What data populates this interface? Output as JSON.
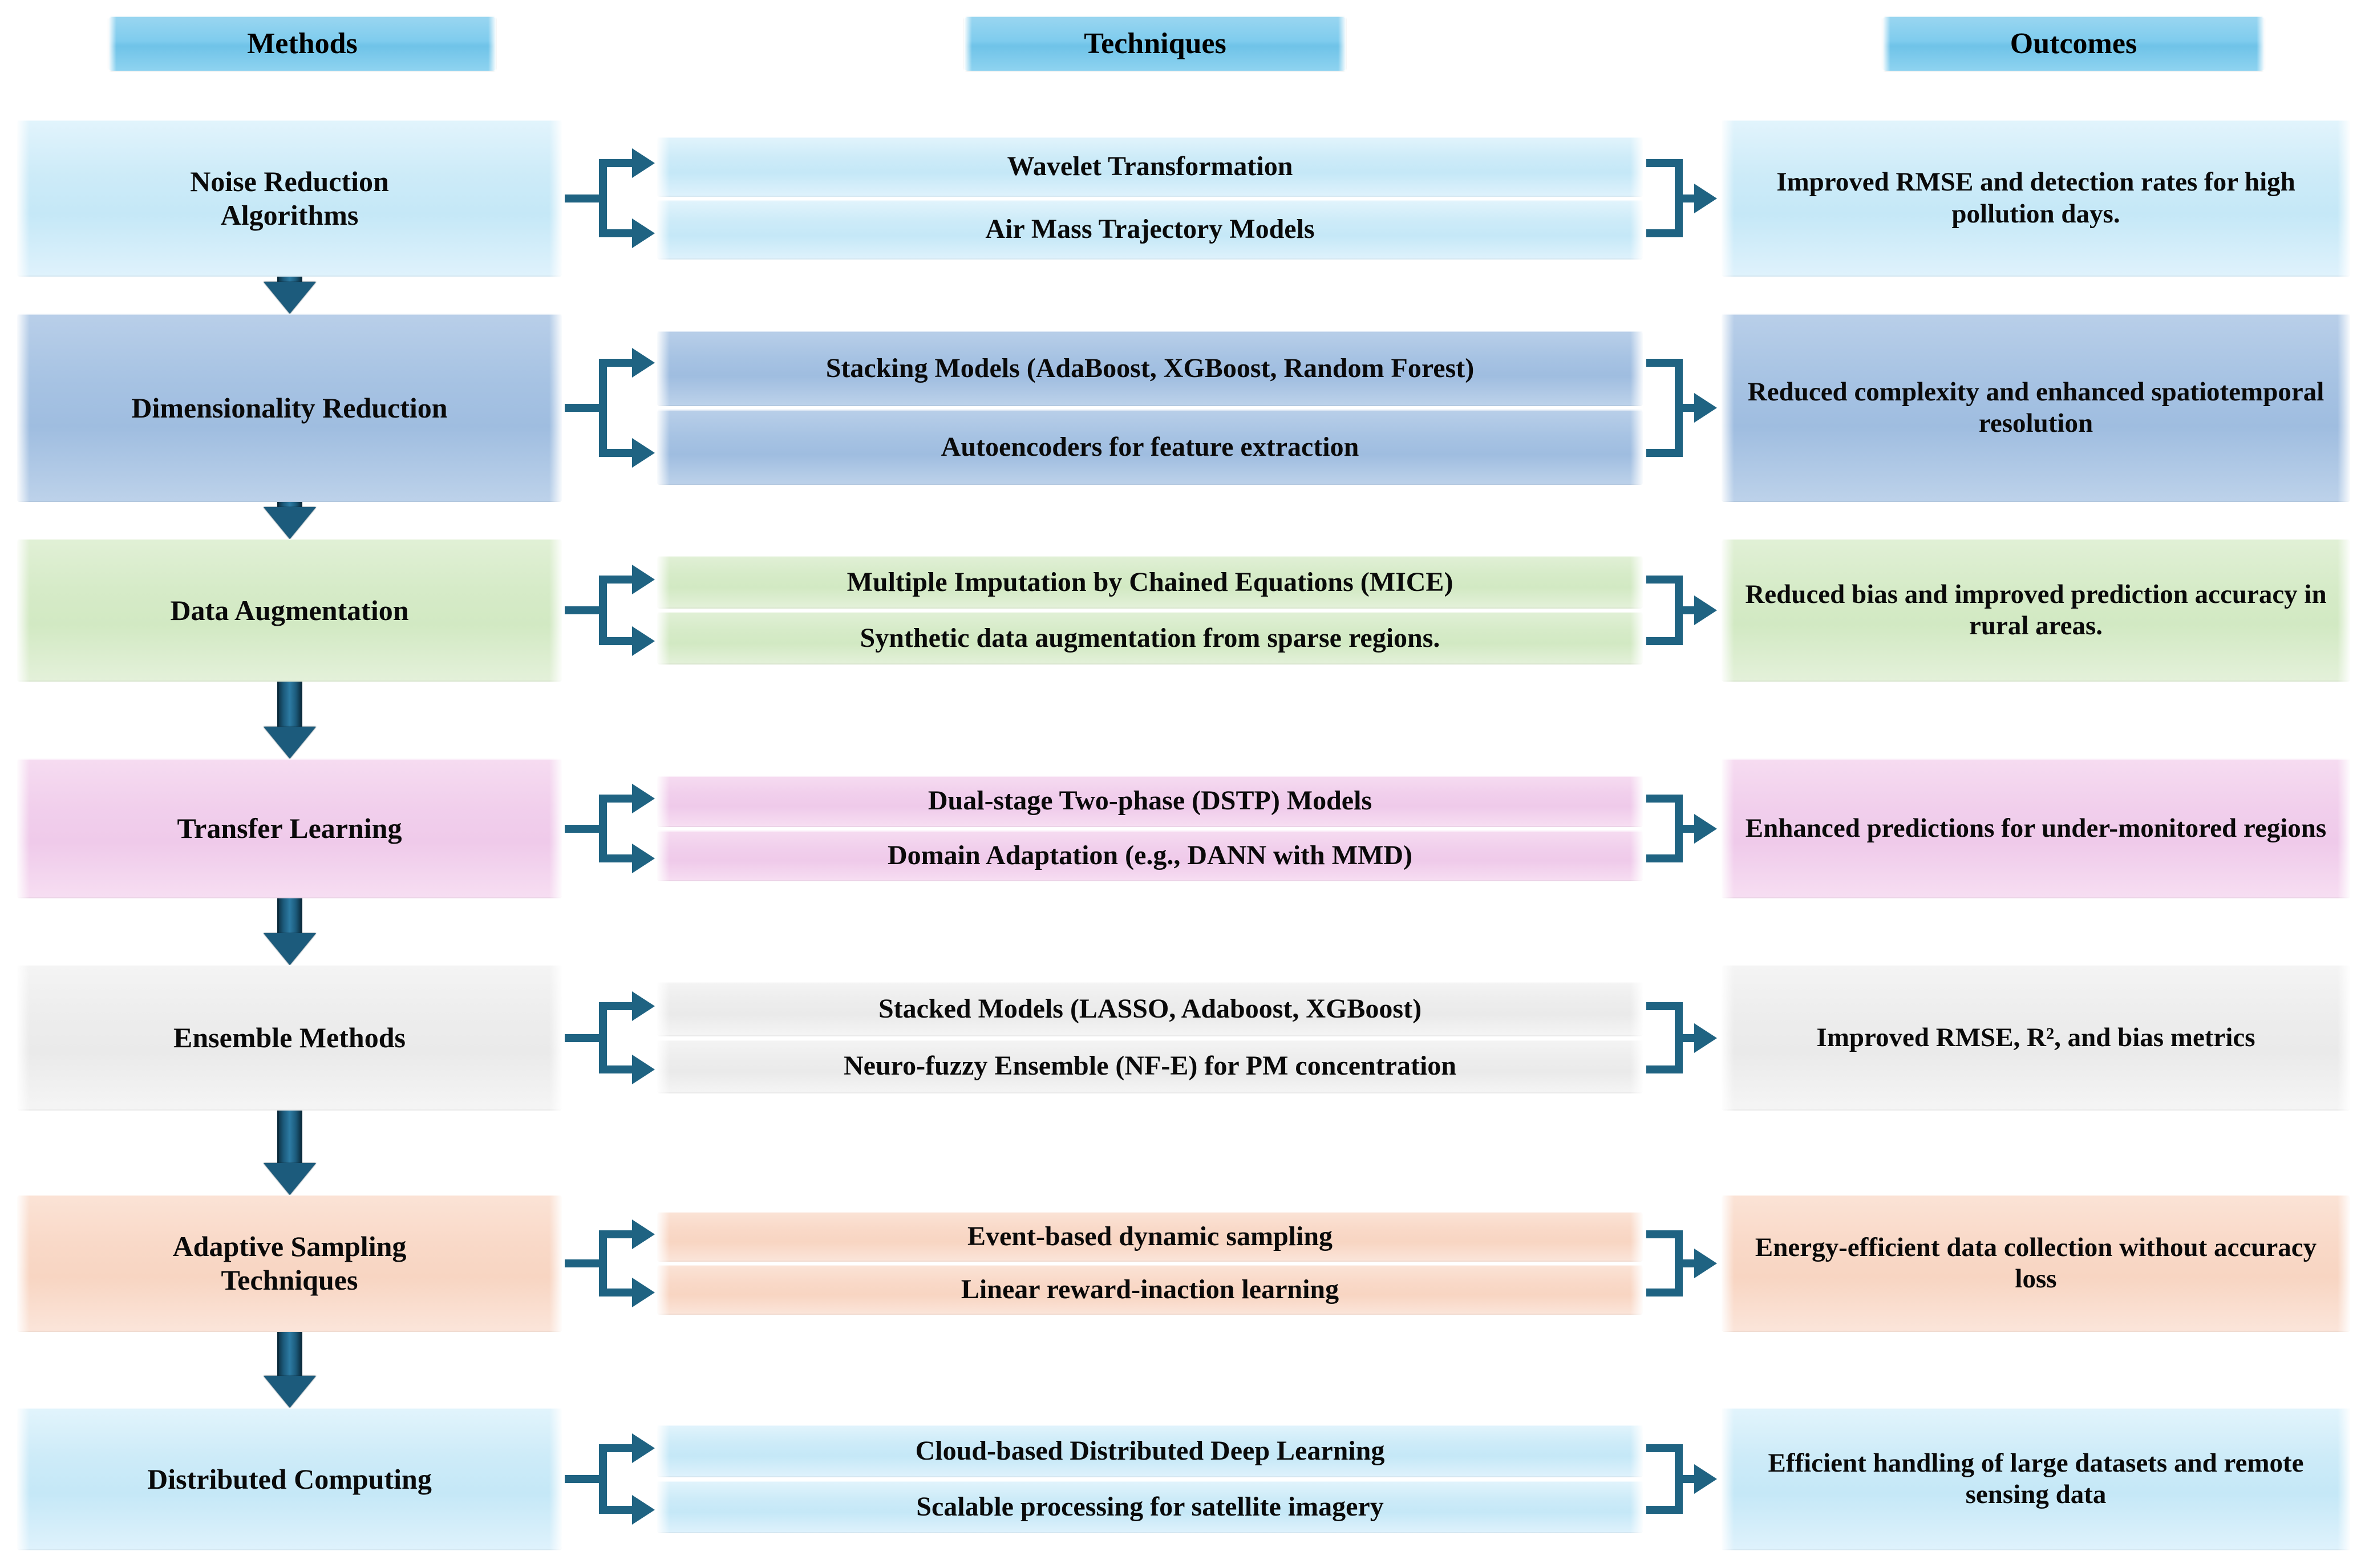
{
  "headers": [
    {
      "id": "methods",
      "label": "Methods"
    },
    {
      "id": "techniques",
      "label": "Techniques"
    },
    {
      "id": "outcomes",
      "label": "Outcomes"
    }
  ],
  "colors": {
    "accent_connector": "#1f6382",
    "flow_arrow": "#1c5b7c",
    "row_lightblue": "#cdebf8",
    "row_blue": "#a7c3e3",
    "row_green": "#d6ebc8",
    "row_pink": "#f1cfec",
    "row_grey": "#ededed",
    "row_peach": "#f9d9c8",
    "header_pill": "#7fccee",
    "text": "#0a0a0a"
  },
  "rows": [
    {
      "skin": "c-lightblue",
      "method": "Noise Reduction\nAlgorithms",
      "techniques": [
        "Wavelet Transformation",
        "Air Mass  Trajectory Models"
      ],
      "outcome": "Improved RMSE and detection rates for high pollution days."
    },
    {
      "skin": "c-blue",
      "method": "Dimensionality Reduction",
      "techniques": [
        "Stacking Models (AdaBoost, XGBoost, Random Forest)",
        "Autoencoders for feature extraction"
      ],
      "outcome": "Reduced complexity and enhanced spatiotemporal resolution"
    },
    {
      "skin": "c-green",
      "method": "Data Augmentation",
      "techniques": [
        "Multiple Imputation by Chained Equations (MICE)",
        "Synthetic data augmentation from sparse regions."
      ],
      "outcome": "Reduced bias and improved prediction accuracy in rural areas."
    },
    {
      "skin": "c-pink",
      "method": "Transfer Learning",
      "techniques": [
        "Dual-stage Two-phase (DSTP) Models",
        "Domain Adaptation (e.g., DANN with MMD)"
      ],
      "outcome": "Enhanced predictions for under-monitored regions"
    },
    {
      "skin": "c-grey",
      "method": "Ensemble Methods",
      "techniques": [
        "Stacked Models (LASSO, Adaboost, XGBoost)",
        "Neuro-fuzzy Ensemble (NF-E) for PM concentration"
      ],
      "outcome": "Improved RMSE, R², and bias metrics"
    },
    {
      "skin": "c-peach",
      "method": "Adaptive Sampling\nTechniques",
      "techniques": [
        "Event-based dynamic sampling",
        "Linear reward-inaction learning"
      ],
      "outcome": "Energy-efficient data collection without accuracy loss"
    },
    {
      "skin": "c-lightblue",
      "method": "Distributed Computing",
      "techniques": [
        "Cloud-based Distributed Deep Learning",
        "Scalable processing for satellite imagery"
      ],
      "outcome": "Efficient handling of large datasets and remote sensing data"
    }
  ],
  "flow_arrow_count": 6
}
